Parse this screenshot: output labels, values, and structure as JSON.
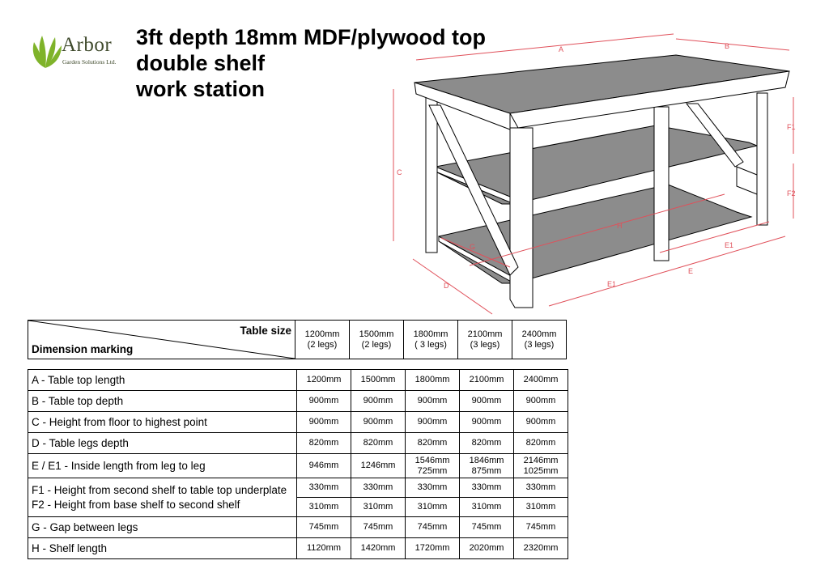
{
  "logo": {
    "name": "Arbor",
    "sub": "Garden Solutions Ltd."
  },
  "title": {
    "line1": "3ft depth 18mm MDF/plywood top",
    "line2": "double shelf",
    "line3": "work station"
  },
  "drawing_labels": {
    "A": "A",
    "B": "B",
    "C": "C",
    "D": "D",
    "E": "E",
    "E1a": "E1",
    "E1b": "E1",
    "F1": "F1",
    "F2": "F2",
    "G": "G",
    "H": "H"
  },
  "colors": {
    "dimension_line": "#e0505a",
    "shelf": "#8c8c8c",
    "frame": "#ffffff",
    "logo": "#7fb32a"
  },
  "header": {
    "table_size": "Table size",
    "dimension_marking": "Dimension marking",
    "sizes": [
      {
        "size": "1200mm",
        "legs": "(2 legs)"
      },
      {
        "size": "1500mm",
        "legs": "(2 legs)"
      },
      {
        "size": "1800mm",
        "legs": "( 3 legs)"
      },
      {
        "size": "2100mm",
        "legs": "(3 legs)"
      },
      {
        "size": "2400mm",
        "legs": "(3 legs)"
      }
    ]
  },
  "rows": [
    {
      "label": "A - Table top length",
      "values": [
        "1200mm",
        "1500mm",
        "1800mm",
        "2100mm",
        "2400mm"
      ]
    },
    {
      "label": "B - Table top depth",
      "values": [
        "900mm",
        "900mm",
        "900mm",
        "900mm",
        "900mm"
      ]
    },
    {
      "label": "C - Height from floor to highest point",
      "values": [
        "900mm",
        "900mm",
        "900mm",
        "900mm",
        "900mm"
      ]
    },
    {
      "label": "D - Table legs depth",
      "values": [
        "820mm",
        "820mm",
        "820mm",
        "820mm",
        "820mm"
      ]
    },
    {
      "label": "E / E1 - Inside length from leg to leg",
      "values": [
        "946mm",
        "1246mm",
        "1546mm",
        "1846mm",
        "2146mm"
      ],
      "values2": [
        "",
        "",
        "725mm",
        "875mm",
        "1025mm"
      ]
    },
    {
      "label": "F1 - Height from second shelf to table top underplate",
      "values": [
        "330mm",
        "330mm",
        "330mm",
        "330mm",
        "330mm"
      ]
    },
    {
      "label": "F2 - Height from base shelf to second shelf",
      "values": [
        "310mm",
        "310mm",
        "310mm",
        "310mm",
        "310mm"
      ]
    },
    {
      "label": "G - Gap between legs",
      "values": [
        "745mm",
        "745mm",
        "745mm",
        "745mm",
        "745mm"
      ]
    },
    {
      "label": "H - Shelf length",
      "values": [
        "1120mm",
        "1420mm",
        "1720mm",
        "2020mm",
        "2320mm"
      ]
    }
  ]
}
